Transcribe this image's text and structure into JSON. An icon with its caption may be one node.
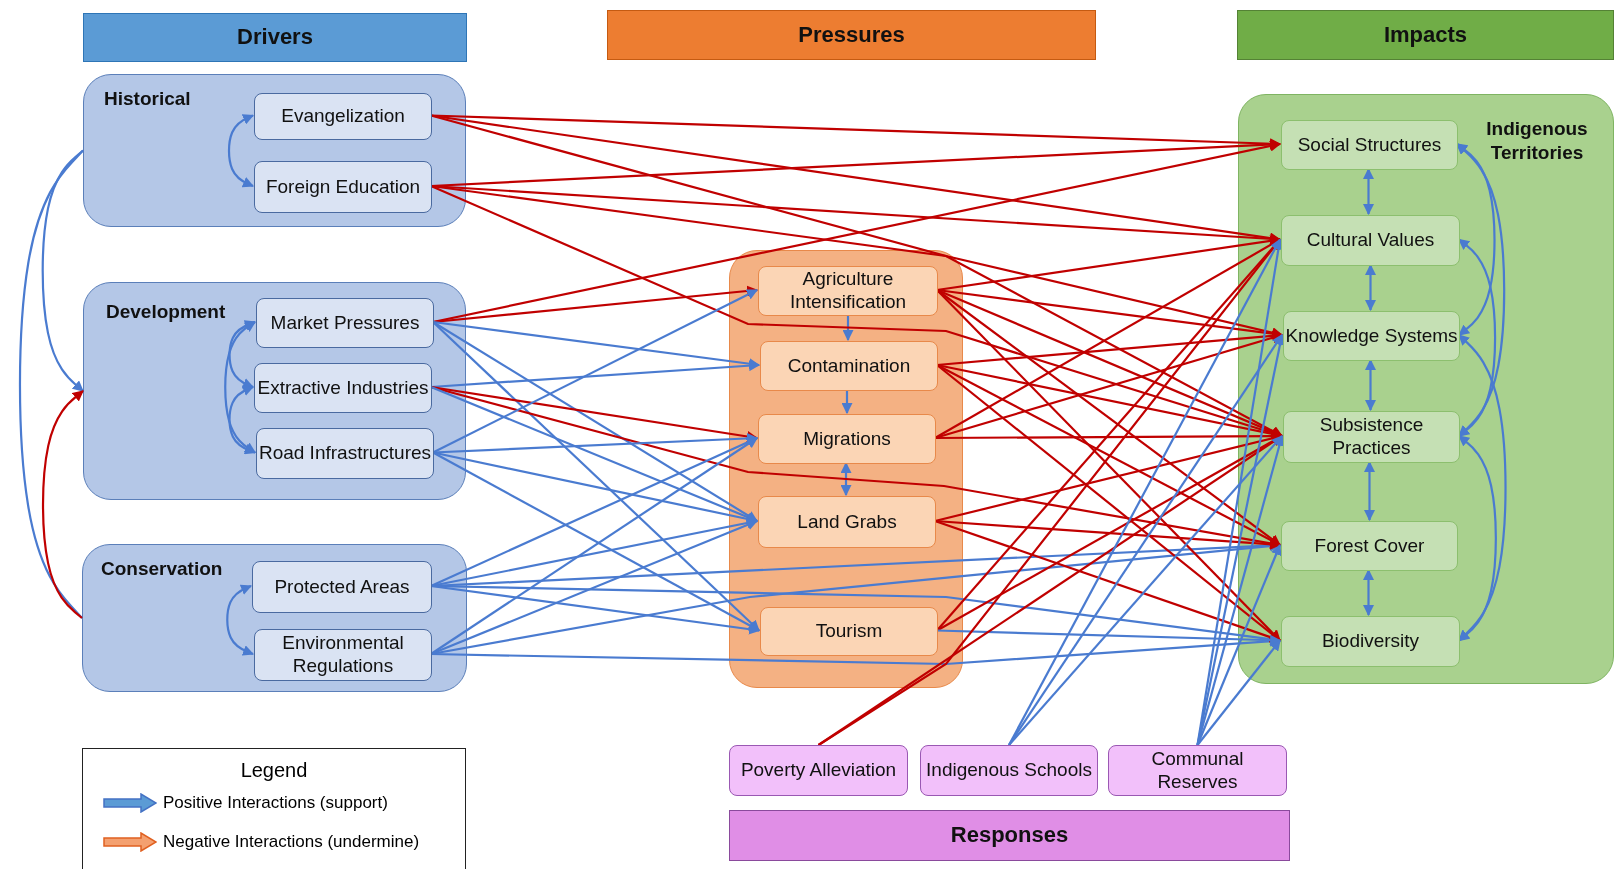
{
  "diagram": {
    "nodes": [
      {
        "text": [
          "Drivers"
        ]
      },
      {
        "text": [
          "Pressures"
        ]
      },
      {
        "text": [
          "Impacts"
        ]
      },
      {
        "text": [
          "Historical"
        ]
      },
      {
        "text": [
          "Evangelization"
        ],
        "in": 3
      },
      {
        "text": [
          "Foreign Education"
        ],
        "in": 3
      },
      {
        "text": [
          "Development"
        ]
      },
      {
        "text": [
          "Market Pressures"
        ],
        "in": 6
      },
      {
        "text": [
          "Extractive Industries"
        ],
        "in": 6
      },
      {
        "text": [
          "Road Infrastructures"
        ],
        "in": 6
      },
      {
        "text": [
          "Conservation"
        ]
      },
      {
        "text": [
          "Protected Areas"
        ],
        "in": 10
      },
      {
        "text": [
          "Environmental Regulations"
        ],
        "in": 10
      },
      {
        "text": [],
        "shape": "box"
      },
      {
        "text": [
          "Agriculture Intensification"
        ],
        "in": 13
      },
      {
        "text": [
          "Contamination"
        ],
        "in": 13
      },
      {
        "text": [
          "Migrations"
        ],
        "in": 13
      },
      {
        "text": [
          "Land Grabs"
        ],
        "in": 13
      },
      {
        "text": [
          "Tourism"
        ],
        "in": 13
      },
      {
        "text": [
          "Indigenous Territories"
        ]
      },
      {
        "text": [
          "Social Structures"
        ],
        "in": 19
      },
      {
        "text": [
          "Cultural Values"
        ],
        "in": 19
      },
      {
        "text": [
          "Knowledge Systems"
        ],
        "in": 19
      },
      {
        "text": [
          "Subsistence Practices"
        ],
        "in": 19
      },
      {
        "text": [
          "Forest Cover"
        ],
        "in": 19
      },
      {
        "text": [
          "Biodiversity"
        ],
        "in": 19
      },
      {
        "text": [
          "Poverty Alleviation"
        ]
      },
      {
        "text": [
          "Indigenous Schools"
        ]
      },
      {
        "text": [
          "Communal Reserves"
        ]
      },
      {
        "text": [
          "Responses"
        ]
      }
    ],
    "edges": [
      {
        "from": 4,
        "to": 5,
        "arrow": "both"
      },
      {
        "from": 7,
        "to": 8,
        "arrow": "both"
      },
      {
        "from": 8,
        "to": 9,
        "arrow": "both"
      },
      {
        "from": 7,
        "to": 9,
        "arrow": "both"
      },
      {
        "from": 11,
        "to": 12,
        "arrow": "both"
      },
      {
        "from": 3,
        "to": 6,
        "arrow": "to"
      },
      {
        "from": 3,
        "to": 10,
        "arrow": "none"
      },
      {
        "from": 10,
        "to": 6,
        "arrow": "to",
        "color": "#c00000"
      },
      {
        "from": 14,
        "to": 15,
        "arrow": "to"
      },
      {
        "from": 15,
        "to": 16,
        "arrow": "to"
      },
      {
        "from": 16,
        "to": 17,
        "arrow": "both"
      },
      {
        "from": 20,
        "to": 21,
        "arrow": "both"
      },
      {
        "from": 21,
        "to": 22,
        "arrow": "both"
      },
      {
        "from": 22,
        "to": 23,
        "arrow": "both"
      },
      {
        "from": 23,
        "to": 24,
        "arrow": "both"
      },
      {
        "from": 24,
        "to": 25,
        "arrow": "both"
      },
      {
        "from": 20,
        "to": 22,
        "arrow": "both"
      },
      {
        "from": 20,
        "to": 23,
        "arrow": "both"
      },
      {
        "from": 21,
        "to": 23,
        "arrow": "both"
      },
      {
        "from": 22,
        "to": 25,
        "arrow": "both"
      },
      {
        "from": 23,
        "to": 25,
        "arrow": "both"
      },
      {
        "from": 4,
        "to": 20,
        "arrow": "to",
        "color": "#c00000"
      },
      {
        "from": 4,
        "to": 21,
        "arrow": "to",
        "color": "#c00000"
      },
      {
        "from": 4,
        "to": 23,
        "arrow": "to",
        "color": "#c00000"
      },
      {
        "from": 5,
        "to": 20,
        "arrow": "to",
        "color": "#c00000"
      },
      {
        "from": 5,
        "to": 21,
        "arrow": "to",
        "color": "#c00000"
      },
      {
        "from": 5,
        "to": 22,
        "arrow": "to",
        "color": "#c00000"
      },
      {
        "from": 5,
        "to": 23,
        "arrow": "to",
        "color": "#c00000"
      },
      {
        "from": 7,
        "to": 20,
        "arrow": "to",
        "color": "#c00000"
      },
      {
        "from": 7,
        "to": 14,
        "arrow": "to",
        "color": "#c00000"
      },
      {
        "from": 7,
        "to": 15,
        "arrow": "to"
      },
      {
        "from": 7,
        "to": 17,
        "arrow": "to"
      },
      {
        "from": 7,
        "to": 18,
        "arrow": "to"
      },
      {
        "from": 8,
        "to": 15,
        "arrow": "to"
      },
      {
        "from": 8,
        "to": 16,
        "arrow": "to",
        "color": "#c00000"
      },
      {
        "from": 8,
        "to": 24,
        "arrow": "to",
        "color": "#c00000"
      },
      {
        "from": 8,
        "to": 17,
        "arrow": "to"
      },
      {
        "from": 9,
        "to": 14,
        "arrow": "to"
      },
      {
        "from": 9,
        "to": 16,
        "arrow": "to"
      },
      {
        "from": 9,
        "to": 17,
        "arrow": "to"
      },
      {
        "from": 9,
        "to": 18,
        "arrow": "to"
      },
      {
        "from": 11,
        "to": 16,
        "arrow": "to"
      },
      {
        "from": 11,
        "to": 17,
        "arrow": "to"
      },
      {
        "from": 11,
        "to": 24,
        "arrow": "to"
      },
      {
        "from": 11,
        "to": 25,
        "arrow": "to"
      },
      {
        "from": 11,
        "to": 18,
        "arrow": "to"
      },
      {
        "from": 12,
        "to": 16,
        "arrow": "to"
      },
      {
        "from": 12,
        "to": 17,
        "arrow": "to"
      },
      {
        "from": 12,
        "to": 24,
        "arrow": "to"
      },
      {
        "from": 12,
        "to": 25,
        "arrow": "to"
      },
      {
        "from": 14,
        "to": 21,
        "arrow": "to",
        "color": "#c00000"
      },
      {
        "from": 14,
        "to": 22,
        "arrow": "to",
        "color": "#c00000"
      },
      {
        "from": 14,
        "to": 23,
        "arrow": "to",
        "color": "#c00000"
      },
      {
        "from": 14,
        "to": 24,
        "arrow": "to",
        "color": "#c00000"
      },
      {
        "from": 14,
        "to": 25,
        "arrow": "to",
        "color": "#c00000"
      },
      {
        "from": 15,
        "to": 22,
        "arrow": "to",
        "color": "#c00000"
      },
      {
        "from": 15,
        "to": 23,
        "arrow": "to",
        "color": "#c00000"
      },
      {
        "from": 15,
        "to": 24,
        "arrow": "to",
        "color": "#c00000"
      },
      {
        "from": 15,
        "to": 25,
        "arrow": "to",
        "color": "#c00000"
      },
      {
        "from": 16,
        "to": 21,
        "arrow": "to",
        "color": "#c00000"
      },
      {
        "from": 16,
        "to": 22,
        "arrow": "to",
        "color": "#c00000"
      },
      {
        "from": 16,
        "to": 23,
        "arrow": "to",
        "color": "#c00000"
      },
      {
        "from": 17,
        "to": 23,
        "arrow": "to",
        "color": "#c00000"
      },
      {
        "from": 17,
        "to": 24,
        "arrow": "to",
        "color": "#c00000"
      },
      {
        "from": 17,
        "to": 25,
        "arrow": "to",
        "color": "#c00000"
      },
      {
        "from": 18,
        "to": 21,
        "arrow": "to",
        "color": "#c00000"
      },
      {
        "from": 18,
        "to": 23,
        "arrow": "to",
        "color": "#c00000"
      },
      {
        "from": 18,
        "to": 25,
        "arrow": "to"
      },
      {
        "from": 26,
        "to": 21,
        "arrow": "to",
        "color": "#c00000"
      },
      {
        "from": 26,
        "to": 23,
        "arrow": "to",
        "color": "#c00000"
      },
      {
        "from": 27,
        "to": 21,
        "arrow": "to"
      },
      {
        "from": 27,
        "to": 22,
        "arrow": "to"
      },
      {
        "from": 27,
        "to": 23,
        "arrow": "to"
      },
      {
        "from": 28,
        "to": 21,
        "arrow": "to"
      },
      {
        "from": 28,
        "to": 22,
        "arrow": "to"
      },
      {
        "from": 28,
        "to": 23,
        "arrow": "to"
      },
      {
        "from": 28,
        "to": 24,
        "arrow": "to"
      },
      {
        "from": 28,
        "to": 25,
        "arrow": "to"
      }
    ],
    "labels": [
      "Legend"
    ],
    "legend": [
      {
        "text": "Positive Interactions (support)"
      },
      {
        "text": "Negative Interactions (undermine)"
      }
    ]
  }
}
